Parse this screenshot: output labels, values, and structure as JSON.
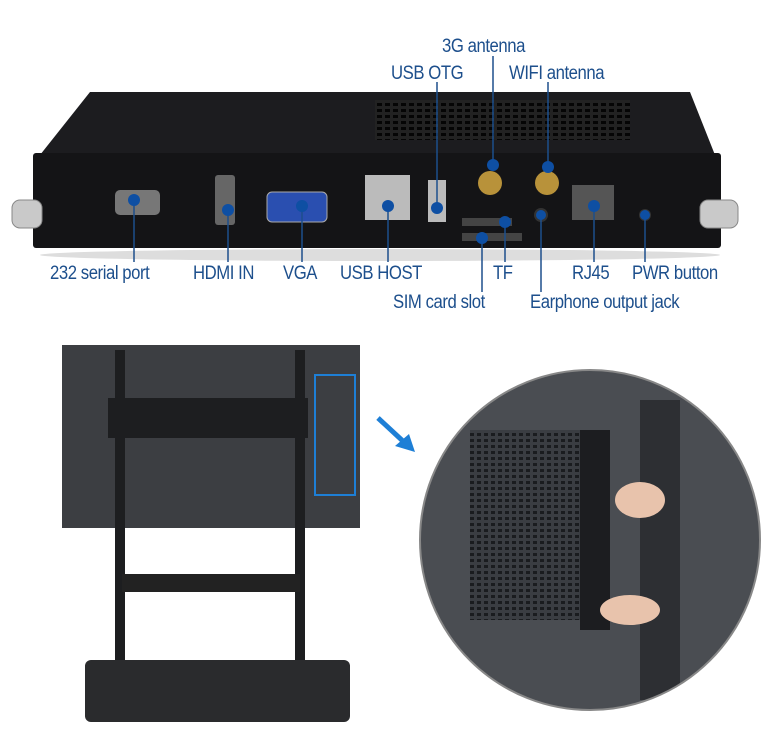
{
  "labels": {
    "antenna_3g": "3G antenna",
    "usb_otg": "USB OTG",
    "wifi_antenna": "WIFI antenna",
    "serial_232": "232 serial port",
    "hdmi_in": "HDMI IN",
    "vga": "VGA",
    "usb_host": "USB HOST",
    "tf": "TF",
    "rj45": "RJ45",
    "pwr_button": "PWR button",
    "sim_slot": "SIM card slot",
    "earphone": "Earphone output jack"
  },
  "colors": {
    "label": "#1d4f8c",
    "dot": "#0e4fa3",
    "panel": "#141416",
    "arrow": "#1e7fd6"
  }
}
